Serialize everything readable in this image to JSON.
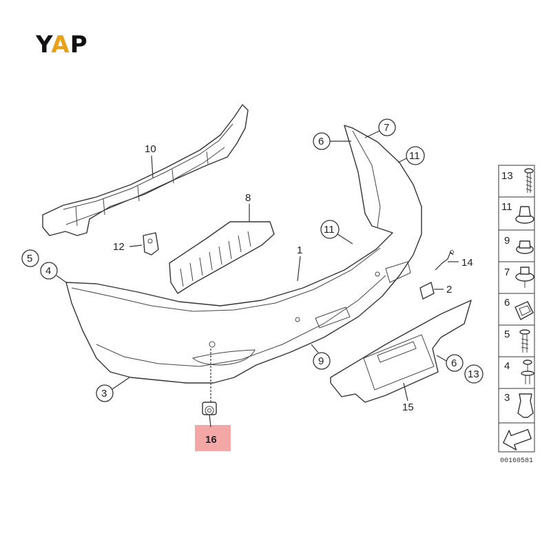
{
  "logo": {
    "text_y": "Y",
    "text_a": "A",
    "text_p": "P"
  },
  "diagram_id": "00160581",
  "highlight_color": "#f4a7a7",
  "logo_accent_color": "#e8a21a",
  "callouts": {
    "c1": "1",
    "c2": "2",
    "c3": "3",
    "c4": "4",
    "c5": "5",
    "c6a": "6",
    "c6b": "6",
    "c7": "7",
    "c8": "8",
    "c9": "9",
    "c10": "10",
    "c11a": "11",
    "c11b": "11",
    "c12": "12",
    "c13": "13",
    "c14": "14",
    "c15": "15",
    "c16": "16"
  },
  "legend": [
    "13",
    "11",
    "9",
    "7",
    "6",
    "5",
    "4",
    "3"
  ]
}
